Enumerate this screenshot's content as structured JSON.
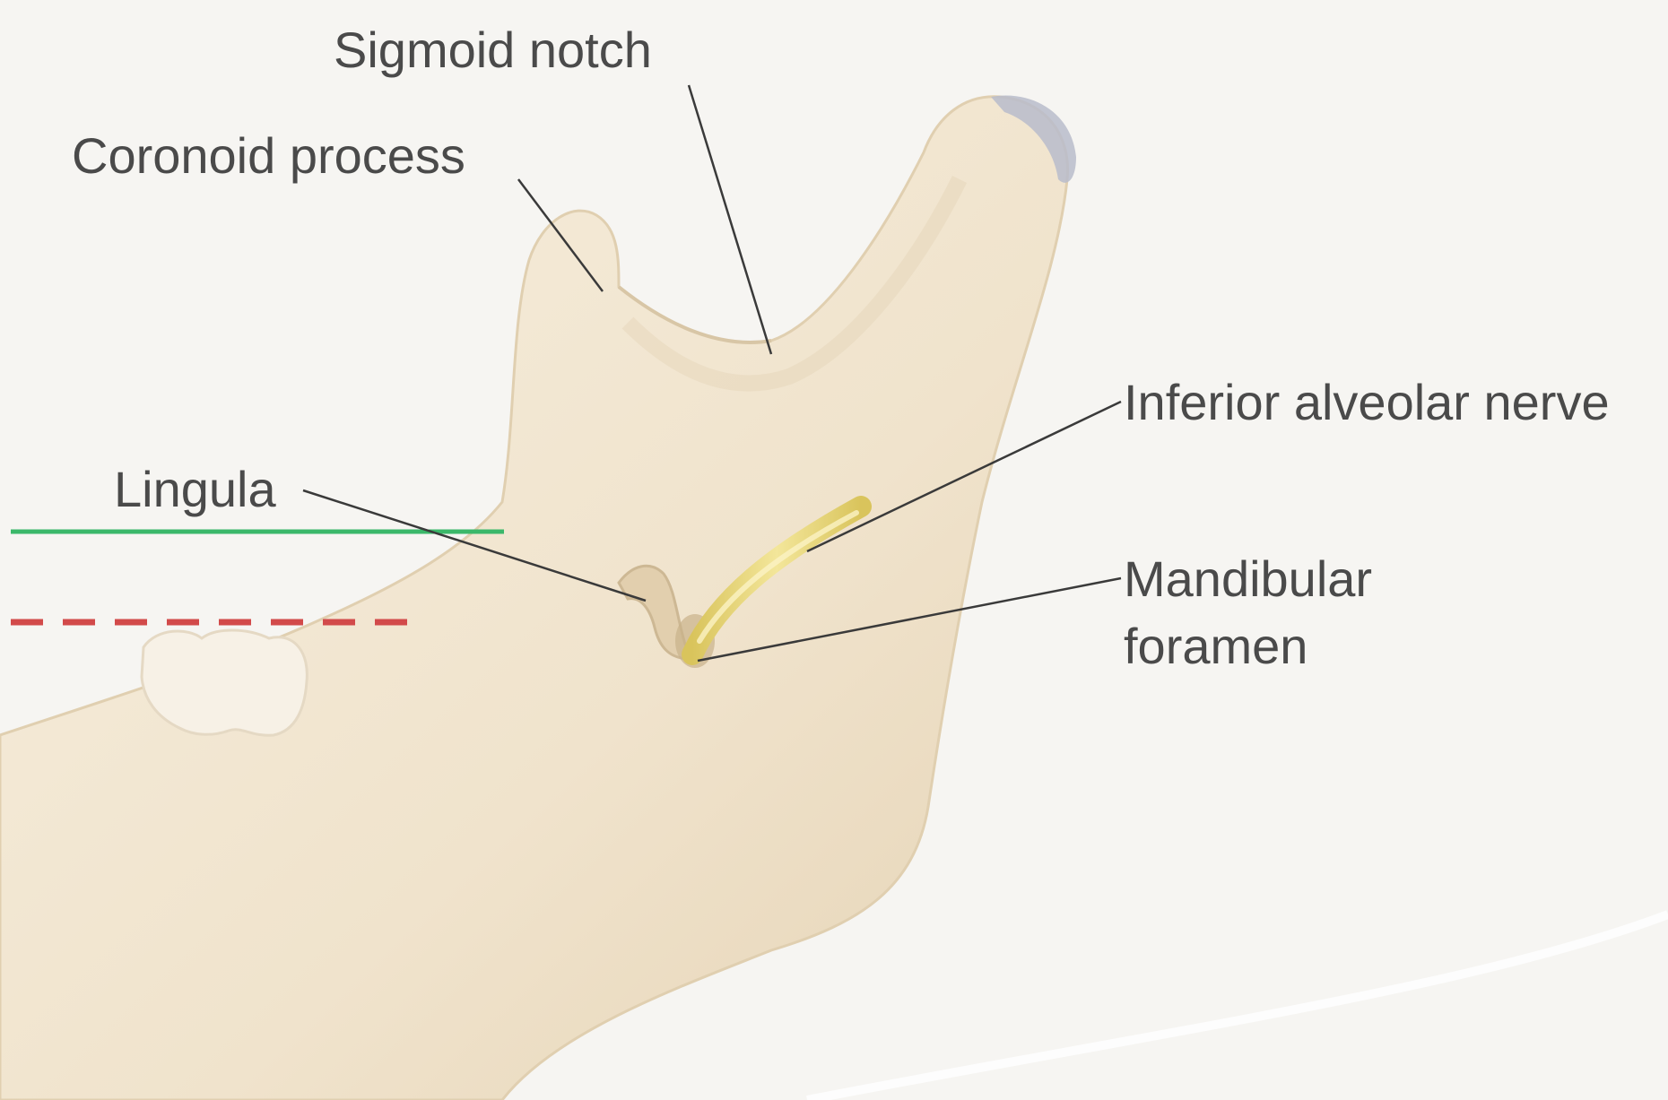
{
  "labels": {
    "sigmoid_notch": "Sigmoid notch",
    "coronoid_process": "Coronoid process",
    "inferior_alveolar_nerve": "Inferior alveolar nerve",
    "lingula": "Lingula",
    "mandibular_foramen_line1": "Mandibular",
    "mandibular_foramen_line2": "foramen"
  },
  "colors": {
    "background": "#f6f5f2",
    "bone": "#f1e6d2",
    "bone_shadow": "#e2d2b6",
    "nerve": "#e8d77a",
    "leader_line": "#3a3a3a",
    "label_text": "#4a4a4a",
    "green_reference_line": "#3bb86a",
    "red_dashed_reference_line": "#d24a4a",
    "condyle_cartilage": "#b9bccb",
    "tooth": "#f7f1e6"
  }
}
